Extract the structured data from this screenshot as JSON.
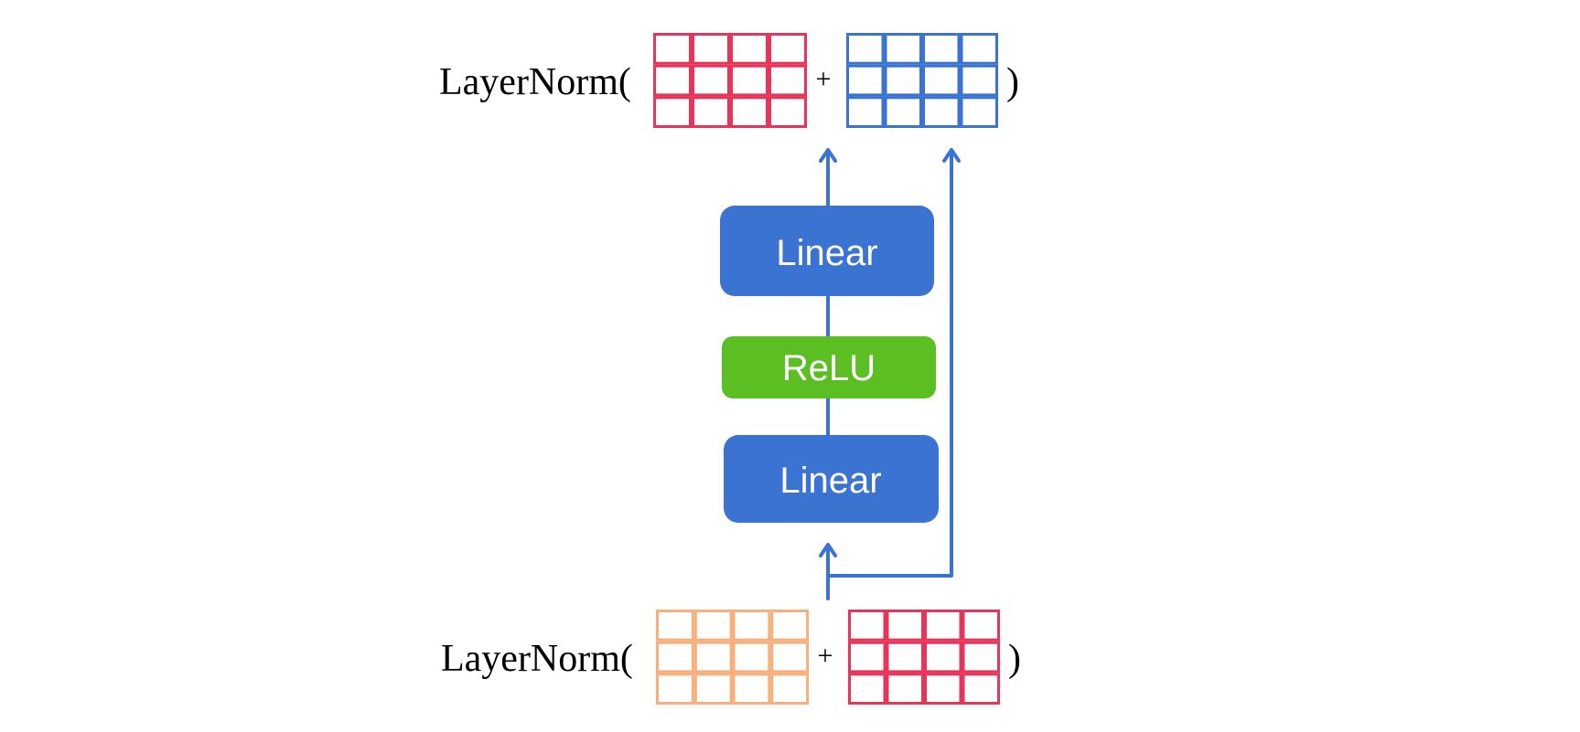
{
  "colors": {
    "pink": "#e8345a",
    "blue": "#3a73d2",
    "orange": "#f7b07b",
    "green": "#5bbf24",
    "arrow": "#3a73d2",
    "text": "#000000"
  },
  "top_expression": {
    "prefix": "LayerNorm(",
    "operator": "+",
    "suffix": ")",
    "left_matrix": {
      "rows": 3,
      "cols": 4,
      "color": "pink"
    },
    "right_matrix": {
      "rows": 3,
      "cols": 4,
      "color": "blue"
    }
  },
  "bottom_expression": {
    "prefix": "LayerNorm(",
    "operator": "+",
    "suffix": ")",
    "left_matrix": {
      "rows": 3,
      "cols": 4,
      "color": "orange"
    },
    "right_matrix": {
      "rows": 3,
      "cols": 4,
      "color": "pink"
    }
  },
  "blocks": [
    {
      "id": "linear-top",
      "label": "Linear",
      "color": "blue"
    },
    {
      "id": "relu",
      "label": "ReLU",
      "color": "green"
    },
    {
      "id": "linear-bottom",
      "label": "Linear",
      "color": "blue"
    }
  ]
}
